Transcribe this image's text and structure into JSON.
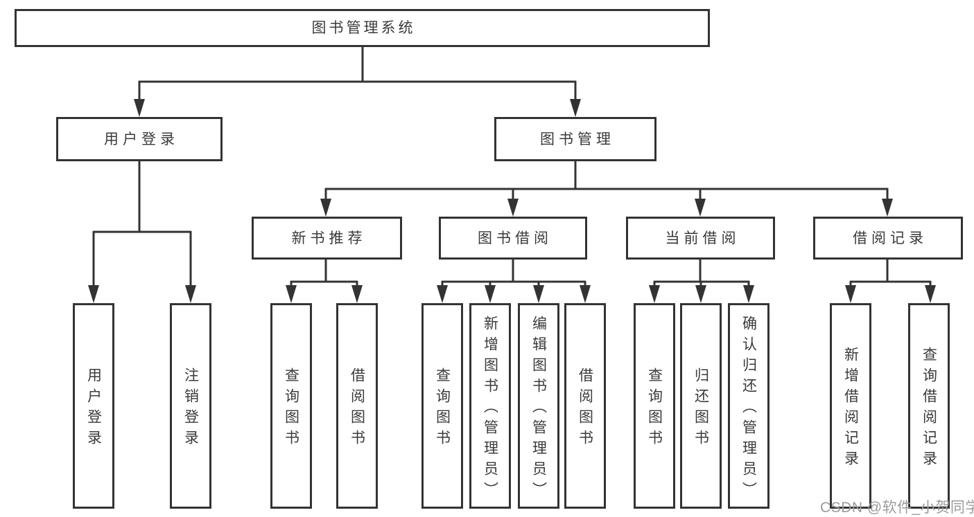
{
  "nodes": {
    "root": {
      "label": "图书管理系统"
    },
    "user_login": {
      "label": "用户登录"
    },
    "book_management": {
      "label": "图书管理"
    },
    "new_book_recommend": {
      "label": "新书推荐"
    },
    "book_borrow": {
      "label": "图书借阅"
    },
    "current_borrow": {
      "label": "当前借阅"
    },
    "borrow_records": {
      "label": "借阅记录"
    },
    "leaf_user_login": {
      "label": "用户登录"
    },
    "leaf_logout": {
      "label": "注销登录"
    },
    "recommend_query_book": {
      "label": "查询图书"
    },
    "recommend_borrow_book": {
      "label": "借阅图书"
    },
    "borrow_query_book": {
      "label": "查询图书"
    },
    "borrow_add_book": {
      "label": "新增图书（管理员）"
    },
    "borrow_edit_book": {
      "label": "编辑图书（管理员）"
    },
    "borrow_borrow_book": {
      "label": "借阅图书"
    },
    "current_query_book": {
      "label": "查询图书"
    },
    "current_return_book": {
      "label": "归还图书"
    },
    "current_confirm_return": {
      "label": "确认归还（管理员）"
    },
    "records_add_record": {
      "label": "新增借阅记录"
    },
    "records_query_record": {
      "label": "查询借阅记录"
    }
  },
  "watermark": {
    "text": "CSDN @软件_小贺同学"
  },
  "colors": {
    "line": "#333333",
    "text": "#3a3a3a",
    "watermark": "#9b9b9e",
    "background": "#ffffff"
  }
}
